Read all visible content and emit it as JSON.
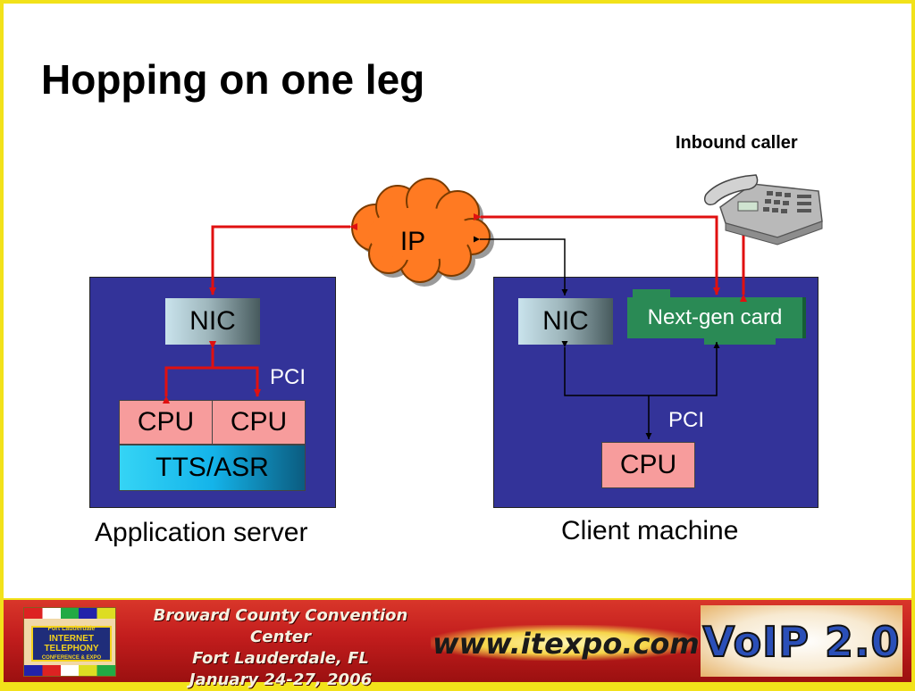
{
  "slide": {
    "title": "Hopping on one leg",
    "inbound_caller": "Inbound caller",
    "cloud_label": "IP"
  },
  "app_server": {
    "nic": "NIC",
    "cpu1": "CPU",
    "cpu2": "CPU",
    "tts_asr": "TTS/ASR",
    "bus_label": "PCI",
    "caption": "Application server"
  },
  "client": {
    "nic": "NIC",
    "next_gen_card": "Next-gen card",
    "cpu": "CPU",
    "bus_label": "PCI",
    "caption": "Client machine"
  },
  "banner": {
    "location_line1": "Broward County Convention Center",
    "location_line2": "Fort Lauderdale, FL",
    "location_line3": "January 24-27, 2006",
    "url": "www.itexpo.com",
    "brand": "VoIP 2.0",
    "logo_line1": "Fort Lauderdale",
    "logo_line2": "INTERNET",
    "logo_line3": "TELEPHONY",
    "logo_line4": "CONFERENCE & EXPO"
  },
  "colors": {
    "slide_border": "#f2e21a",
    "panel": "#333399",
    "connector_red": "#e01010",
    "cloud": "#ff7a22"
  }
}
